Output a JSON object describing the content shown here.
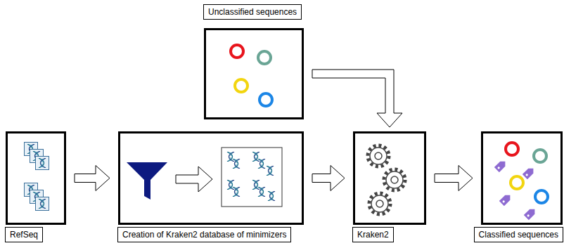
{
  "diagram": {
    "nodes": [
      {
        "text": [
          "Unclassified sequences"
        ]
      },
      {
        "text": [
          "RefSeq"
        ]
      },
      {
        "text": [
          "Creation of Kraken2 database of minimizers"
        ]
      },
      {
        "text": [
          "Kraken2"
        ]
      },
      {
        "text": [
          "Classified sequences"
        ]
      }
    ],
    "edges": [
      {
        "from": 1,
        "to": 2,
        "arrow": "to"
      },
      {
        "from": 2,
        "to": 3,
        "arrow": "to"
      },
      {
        "from": 0,
        "to": 3,
        "arrow": "to"
      },
      {
        "from": 3,
        "to": 4,
        "arrow": "to"
      }
    ]
  }
}
